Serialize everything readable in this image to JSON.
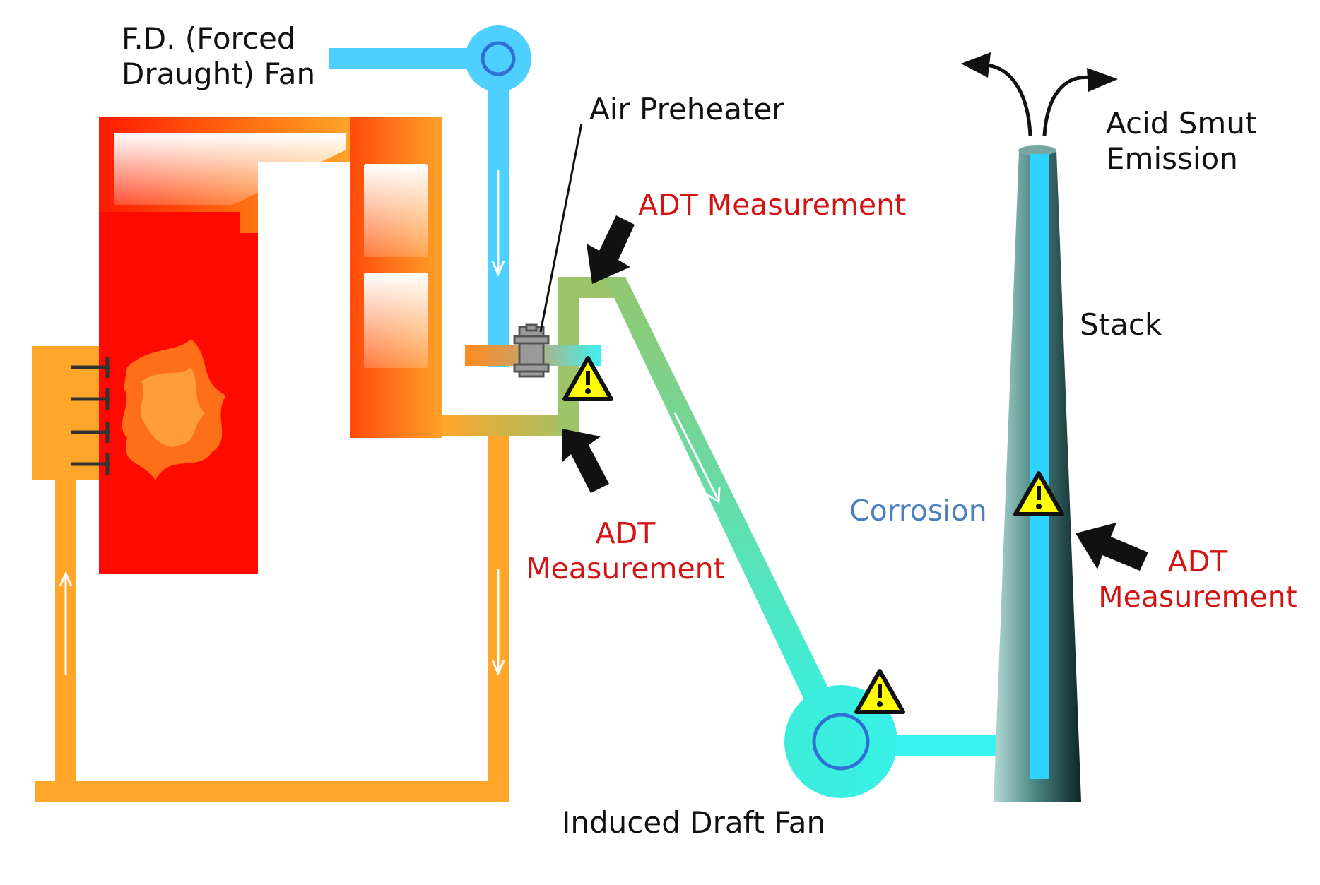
{
  "labels": {
    "fd_fan_line1": "F.D. (Forced",
    "fd_fan_line2": "Draught) Fan",
    "air_preheater": "Air Preheater",
    "adt_top": "ADT Measurement",
    "adt_mid_line1": "ADT",
    "adt_mid_line2": "Measurement",
    "acid_line1": "Acid Smut",
    "acid_line2": "Emission",
    "stack": "Stack",
    "corrosion": "Corrosion",
    "adt_stack_line1": "ADT",
    "adt_stack_line2": "Measurement",
    "id_fan": "Induced Draft Fan"
  },
  "colors": {
    "boiler_red": "#ff0a00",
    "hot_orange": "#ff8c1a",
    "return_orange": "#ffa62b",
    "air_blue": "#4dcfff",
    "flue_green": "#9ec46a",
    "flue_cyan": "#3ff0e0",
    "stack_teal": "#3d7a78",
    "warning_yellow": "#ffff00",
    "fan_ring": "#2f6fd6",
    "label_red": "#d41313",
    "label_blue": "#4b7fc4"
  },
  "icons": [
    "warning-icon",
    "black-arrow-icon",
    "flow-arrow-icon",
    "emission-arrow-icon"
  ]
}
